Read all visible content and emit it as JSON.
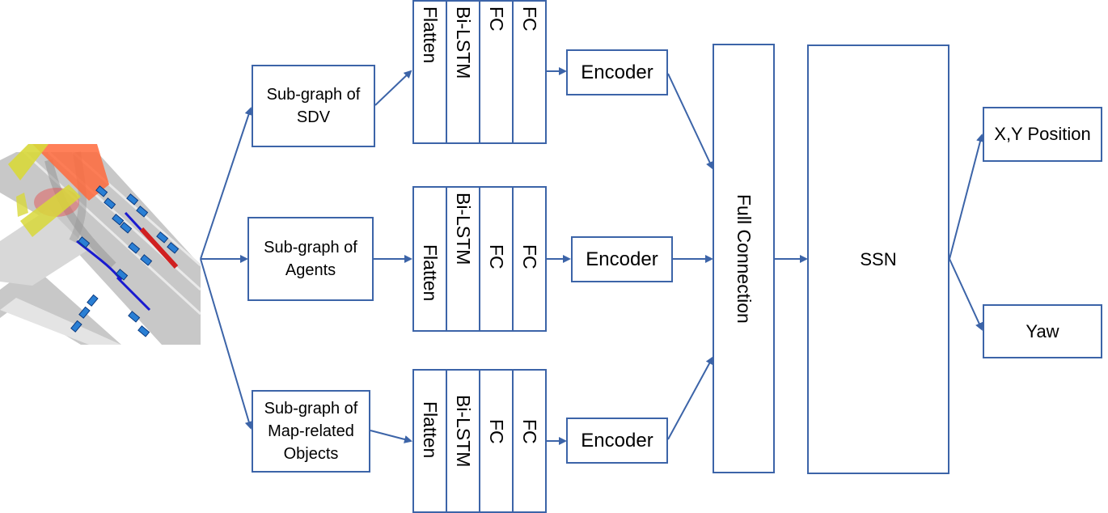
{
  "input": {
    "icon": "road-scene-image"
  },
  "subgraphs": [
    {
      "label": "Sub-graph of\nSDV"
    },
    {
      "label": "Sub-graph of\nAgents"
    },
    {
      "label": "Sub-graph of\nMap-related\nObjects"
    }
  ],
  "layers": [
    "Flatten",
    "Bi-LSTM",
    "FC",
    "FC"
  ],
  "encoder_label": "Encoder",
  "full_connection_label": "Full Connection",
  "ssn_label": "SSN",
  "outputs": [
    "X,Y Position",
    "Yaw"
  ],
  "colors": {
    "line": "#3c64a8"
  }
}
